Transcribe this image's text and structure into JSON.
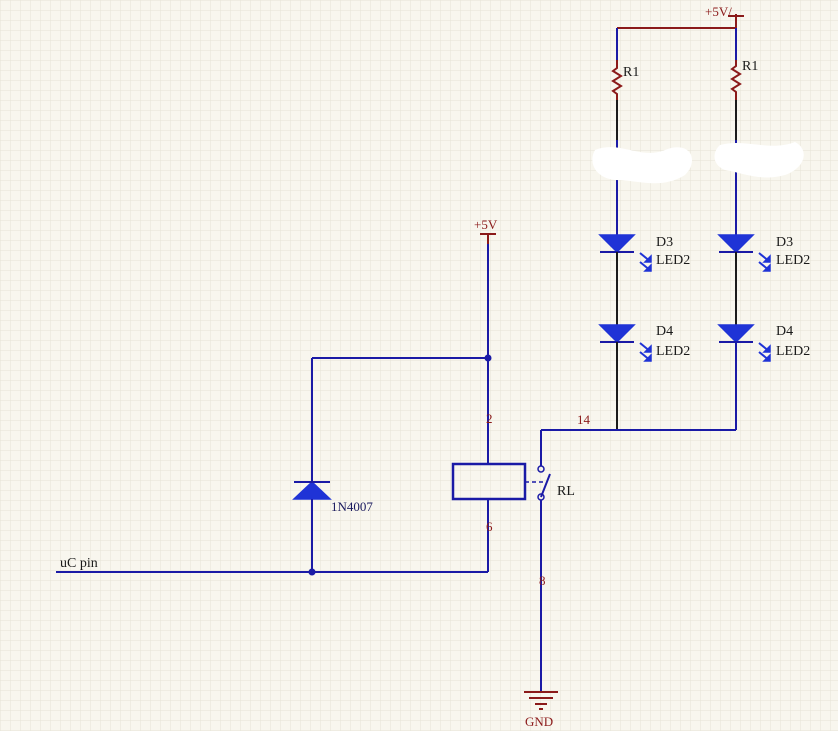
{
  "colors": {
    "background": "#f8f6ee",
    "grid": "#e6e3d6",
    "wire": "#1a1aa6",
    "power_wire": "#8b1a1a",
    "component_fill": "#1f33d6",
    "relay_coil": "#1a1aa6"
  },
  "labels": {
    "vcc_top": "+5V/",
    "vcc_mid": "+5V",
    "gnd": "GND",
    "uc_pin": "uC pin",
    "diode": "1N4007",
    "relay": "RL",
    "pin_2": "2",
    "pin_6": "6",
    "pin_8": "8",
    "pin_14": "14",
    "r_left": "R1",
    "r_right": "R1",
    "d3_left": "D3",
    "d3_left_type": "LED2",
    "d4_left": "D4",
    "d4_left_type": "LED2",
    "d3_right": "D3",
    "d3_right_type": "LED2",
    "d4_right": "D4",
    "d4_right_type": "LED2"
  },
  "icons": {
    "resistor": "resistor-icon",
    "led": "led-icon",
    "diode": "diode-icon",
    "relay": "relay-icon",
    "ground": "ground-icon",
    "power": "power-port-icon"
  }
}
